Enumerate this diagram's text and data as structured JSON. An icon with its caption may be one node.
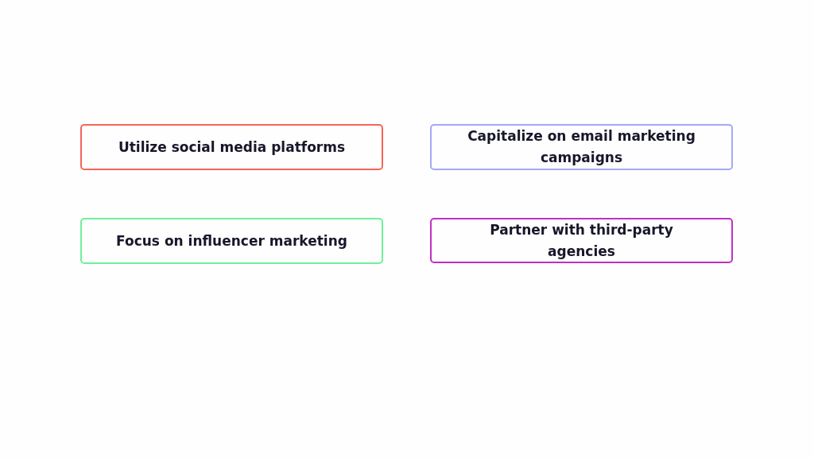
{
  "diagram": {
    "nodes": [
      {
        "text": [
          "Utilize social media platforms"
        ]
      },
      {
        "text": [
          "Capitalize on email marketing campaigns"
        ]
      },
      {
        "text": [
          "Focus on influencer marketing"
        ]
      },
      {
        "text": [
          "Partner with third-party agencies"
        ]
      }
    ]
  }
}
